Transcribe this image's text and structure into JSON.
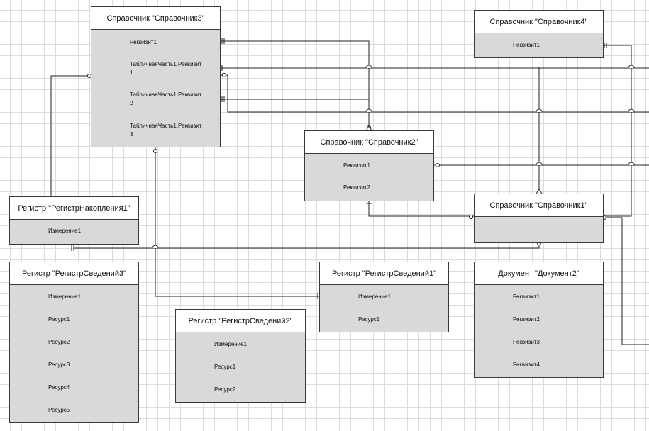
{
  "entities": {
    "spr3": {
      "title": "Справочник \"Справочник3\"",
      "attrs": [
        "Реквизит1",
        "ТабличнаяЧасть1.Реквизит",
        "1",
        "ТабличнаяЧасть1.Реквизит",
        "2",
        "ТабличнаяЧасть1.Реквизит",
        "3"
      ]
    },
    "spr4": {
      "title": "Справочник \"Справочник4\"",
      "attrs": [
        "Реквизит1"
      ]
    },
    "spr2": {
      "title": "Справочник \"Справочник2\"",
      "attrs": [
        "Реквизит1",
        "Реквизит2"
      ]
    },
    "spr1": {
      "title": "Справочник \"Справочник1\"",
      "attrs": []
    },
    "regNak1": {
      "title": "Регистр \"РегистрНакопления1\"",
      "attrs": [
        "Измерение1"
      ]
    },
    "regSv3": {
      "title": "Регистр \"РегистрСведений3\"",
      "attrs": [
        "Измерение1",
        "Ресурс1",
        "Ресурс2",
        "Ресурс3",
        "Ресурс4",
        "Ресурс5"
      ]
    },
    "regSv2": {
      "title": "Регистр \"РегистрСведений2\"",
      "attrs": [
        "Измерение1",
        "Ресурс1",
        "Ресурс2"
      ]
    },
    "regSv1": {
      "title": "Регистр \"РегистрСведений1\"",
      "attrs": [
        "Измерение1",
        "Ресурс1"
      ]
    },
    "doc2": {
      "title": "Документ \"Документ2\"",
      "attrs": [
        "Реквизит1",
        "Реквизит2",
        "Реквизит3",
        "Реквизит4"
      ]
    }
  }
}
